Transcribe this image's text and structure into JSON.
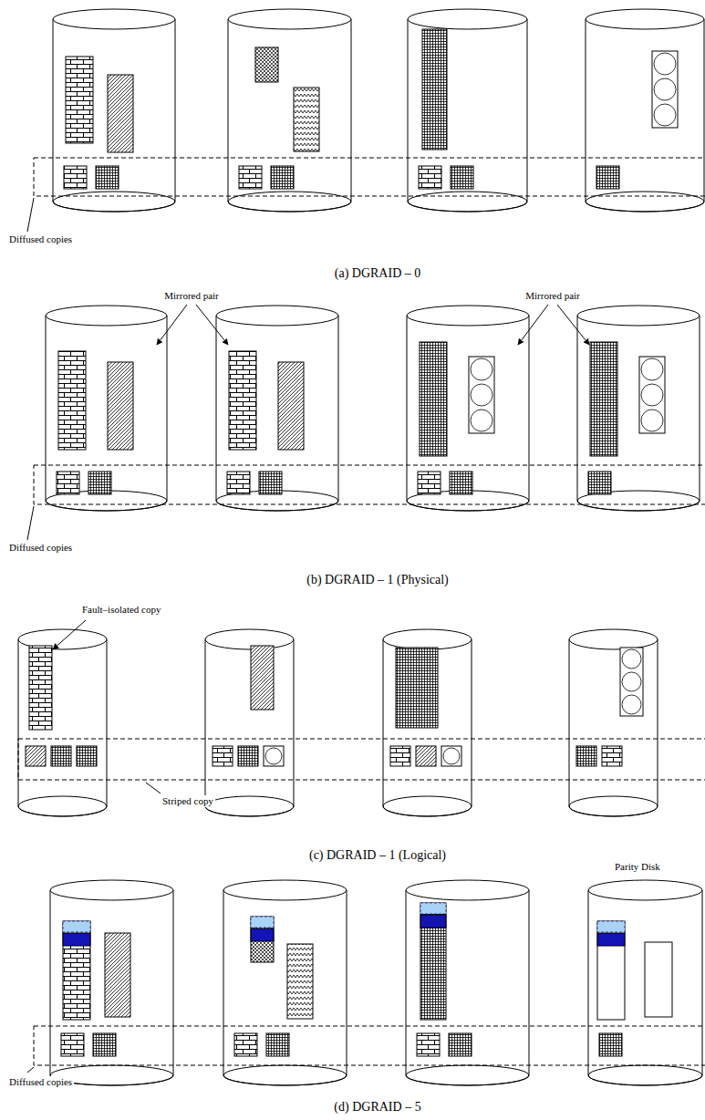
{
  "diagram": {
    "labels": [
      "Diffused copies",
      "(a) DGRAID – 0",
      "Mirrored pair",
      "Mirrored pair",
      "Diffused copies",
      "(b) DGRAID – 1 (Physical)",
      "Fault–isolated copy",
      "Striped copy",
      "(c) DGRAID – 1 (Logical)",
      "Parity Disk",
      "Diffused copies",
      "(d) DGRAID – 5"
    ]
  }
}
